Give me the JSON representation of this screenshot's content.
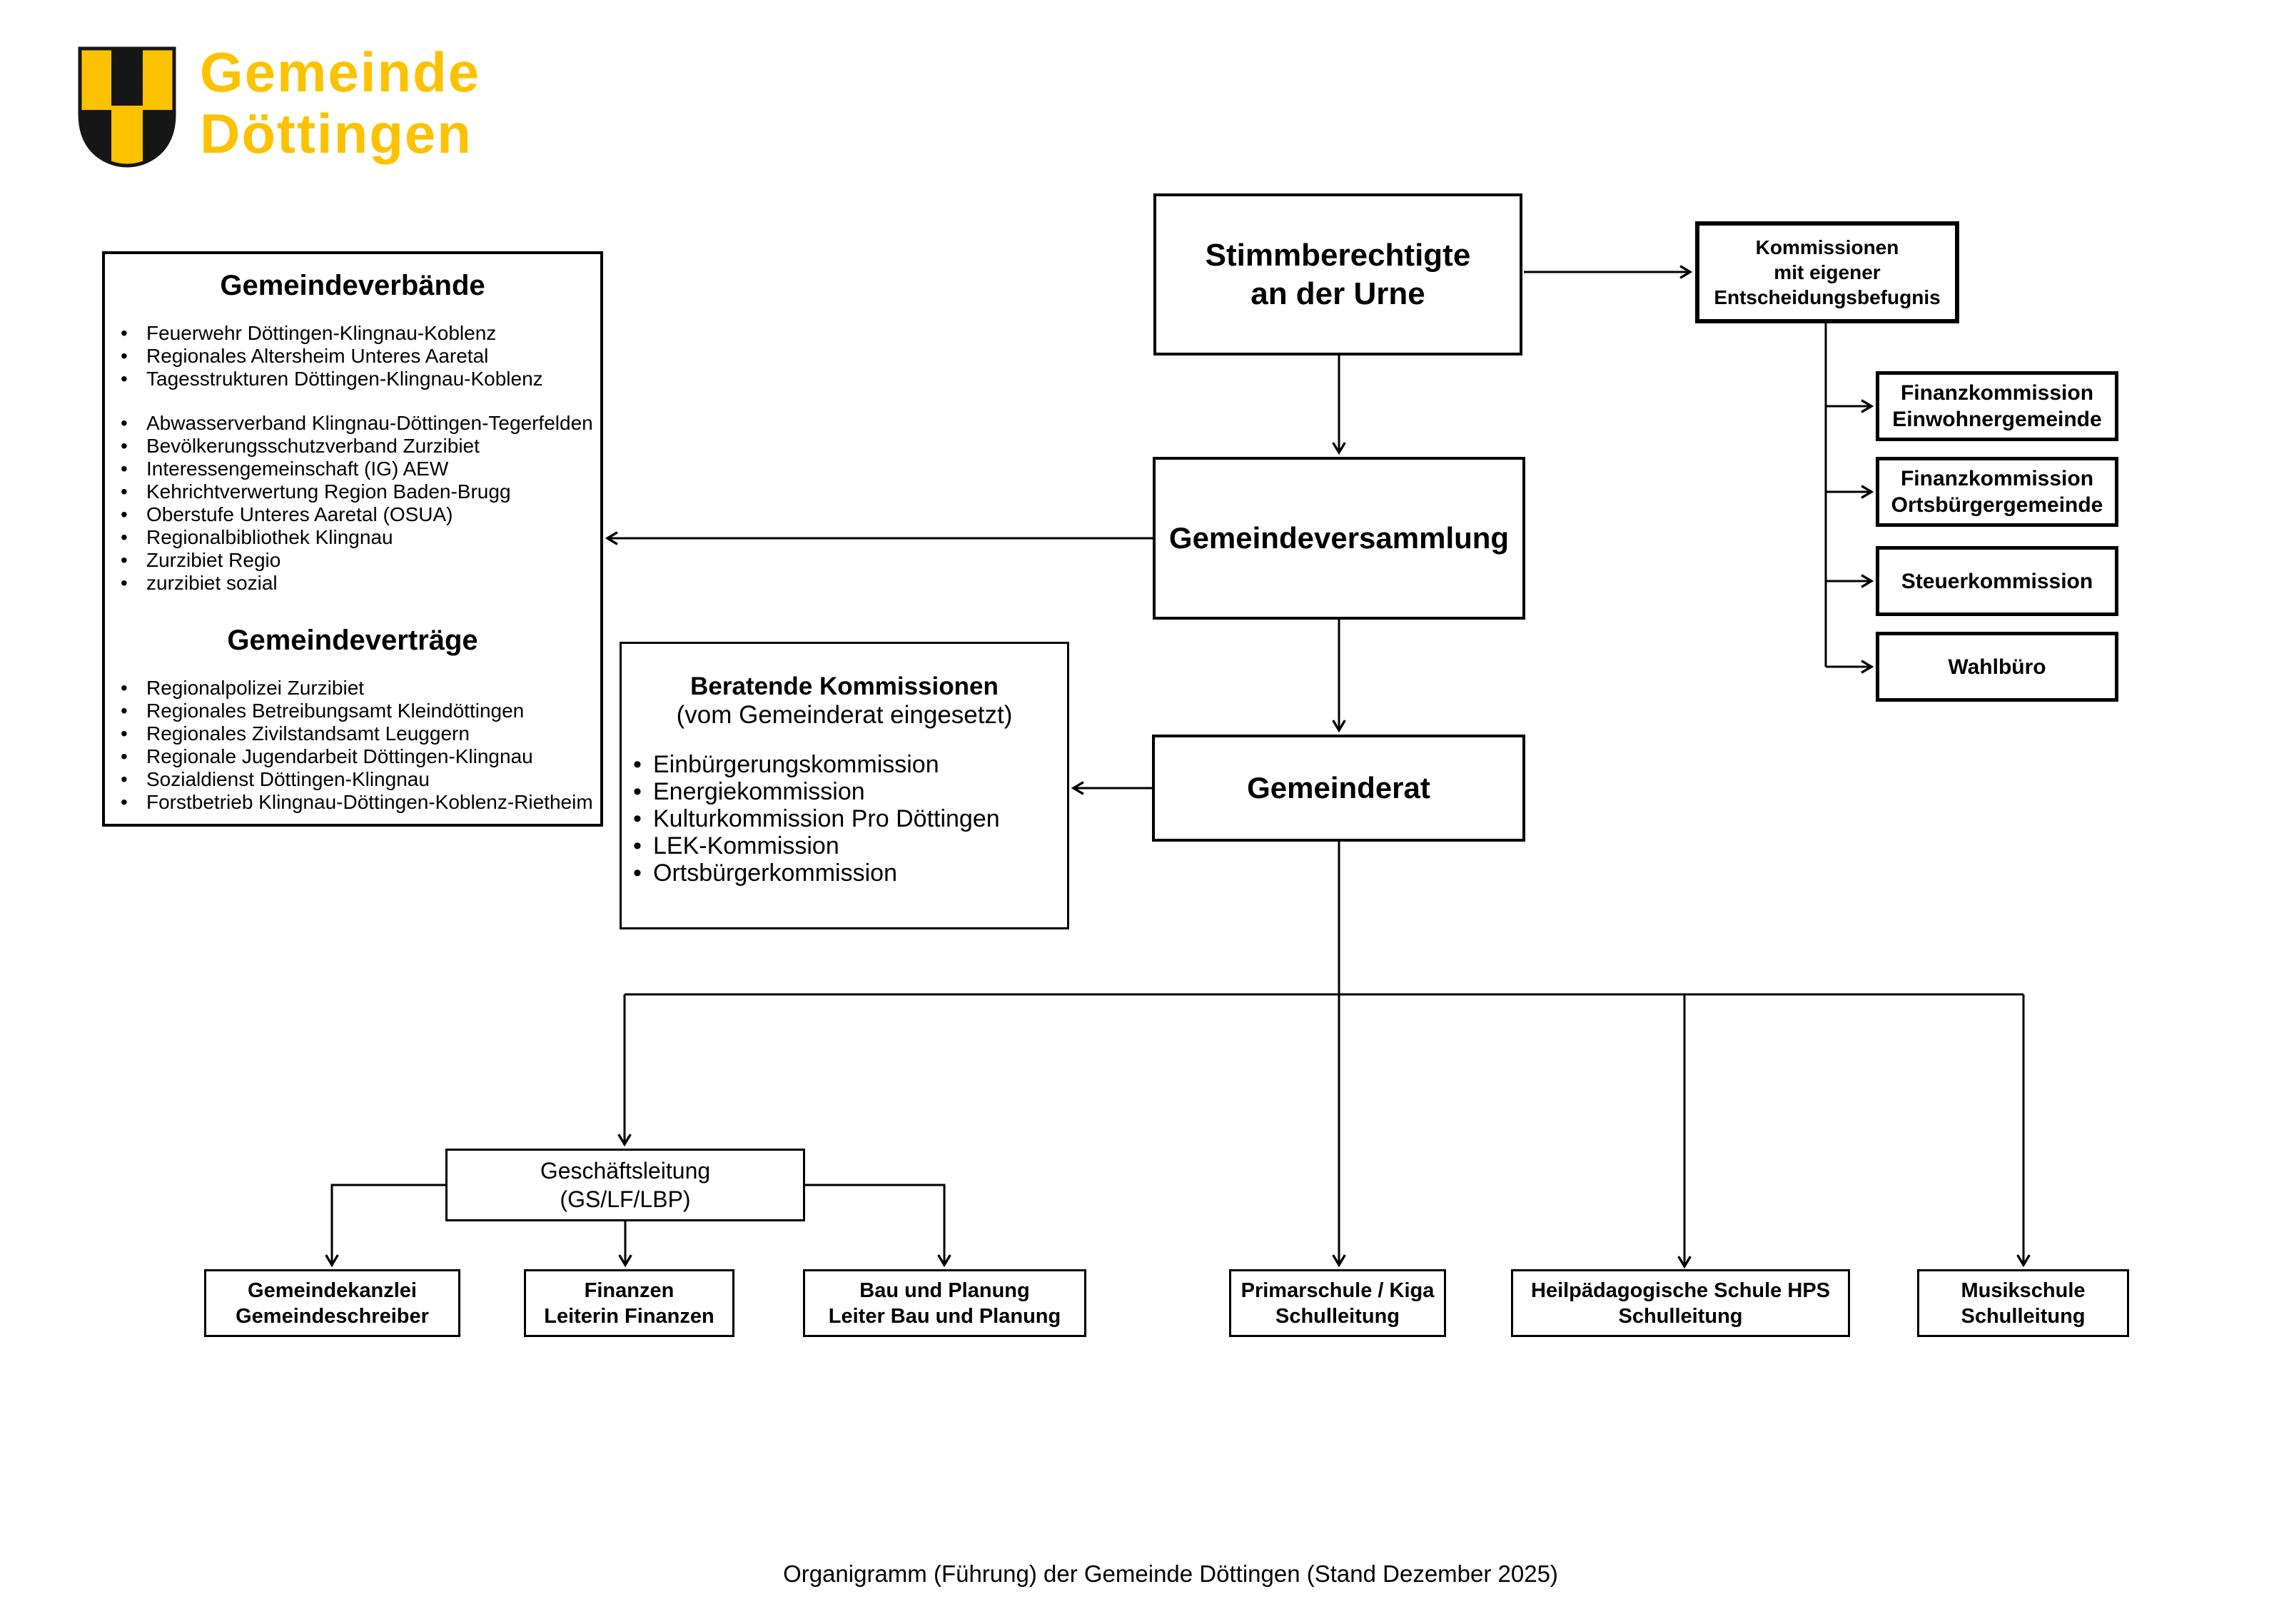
{
  "logo": {
    "line1": "Gemeinde",
    "line2": "Döttingen",
    "brand_yellow": "#FCC200",
    "brand_black": "#161616"
  },
  "nodes": {
    "urne": "Stimmberechtigte\nan der Urne",
    "kommissionen": "Kommissionen\nmit eigener\nEntscheidungsbefugnis",
    "finanz_einwohner": "Finanzkommission\nEinwohnergemeinde",
    "finanz_ortsbuerger": "Finanzkommission\nOrtsbürgergemeinde",
    "steuerkommission": "Steuerkommission",
    "wahlbuero": "Wahlbüro",
    "versammlung": "Gemeindeversammlung",
    "gemeinderat": "Gemeinderat",
    "geschaeftsleitung": "Geschäftsleitung\n(GS/LF/LBP)",
    "kanzlei": "Gemeindekanzlei\nGemeindeschreiber",
    "finanzen": "Finanzen\nLeiterin Finanzen",
    "bau": "Bau und Planung\nLeiter Bau und Planung",
    "primarschule": "Primarschule / Kiga\nSchulleitung",
    "hps": "Heilpädagogische Schule HPS\nSchulleitung",
    "musikschule": "Musikschule\nSchulleitung"
  },
  "verbaende": {
    "title": "Gemeindeverbände",
    "group1": [
      "Feuerwehr Döttingen-Klingnau-Koblenz",
      "Regionales Altersheim Unteres Aaretal",
      "Tagesstrukturen Döttingen-Klingnau-Koblenz"
    ],
    "group2": [
      "Abwasserverband Klingnau-Döttingen-Tegerfelden",
      "Bevölkerungsschutzverband Zurzibiet",
      "Interessengemeinschaft (IG) AEW",
      "Kehrichtverwertung Region Baden-Brugg",
      "Oberstufe Unteres Aaretal (OSUA)",
      "Regionalbibliothek Klingnau",
      "Zurzibiet Regio",
      "zurzibiet sozial"
    ]
  },
  "vertraege": {
    "title": "Gemeindeverträge",
    "items": [
      "Regionalpolizei Zurzibiet",
      "Regionales Betreibungsamt Kleindöttingen",
      "Regionales Zivilstandsamt Leuggern",
      "Regionale Jugendarbeit Döttingen-Klingnau",
      "Sozialdienst Döttingen-Klingnau",
      "Forstbetrieb Klingnau-Döttingen-Koblenz-Rietheim"
    ]
  },
  "beratende": {
    "title": "Beratende Kommissionen",
    "subtitle": "(vom Gemeinderat eingesetzt)",
    "items": [
      "Einbürgerungskommission",
      "Energiekommission",
      "Kulturkommission Pro Döttingen",
      "LEK-Kommission",
      "Ortsbürgerkommission"
    ]
  },
  "caption": "Organigramm (Führung) der Gemeinde Döttingen (Stand Dezember 2025)"
}
